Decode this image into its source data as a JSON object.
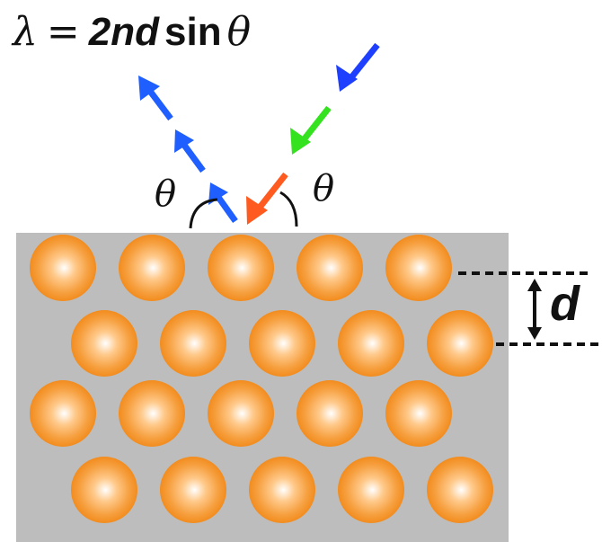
{
  "formula": {
    "lambda": "λ",
    "equals": "=",
    "two_nd": "2nd",
    "sin": "sin",
    "theta": "θ"
  },
  "labels": {
    "incident_angle": "θ",
    "reflected_angle": "θ",
    "spacing": "d"
  },
  "colors": {
    "background": "#ffffff",
    "crystal": "#bdbdbd",
    "sphere_outer": "#f28c1e",
    "sphere_inner": "#ffffff",
    "arrow_blue": "#1f3fff",
    "arrow_green": "#35e21f",
    "arrow_orange": "#ff5a1f",
    "reflected_arrow": "#1f5fff",
    "ink": "#111111"
  },
  "lattice": {
    "rows": [
      5,
      5,
      5,
      5
    ]
  }
}
